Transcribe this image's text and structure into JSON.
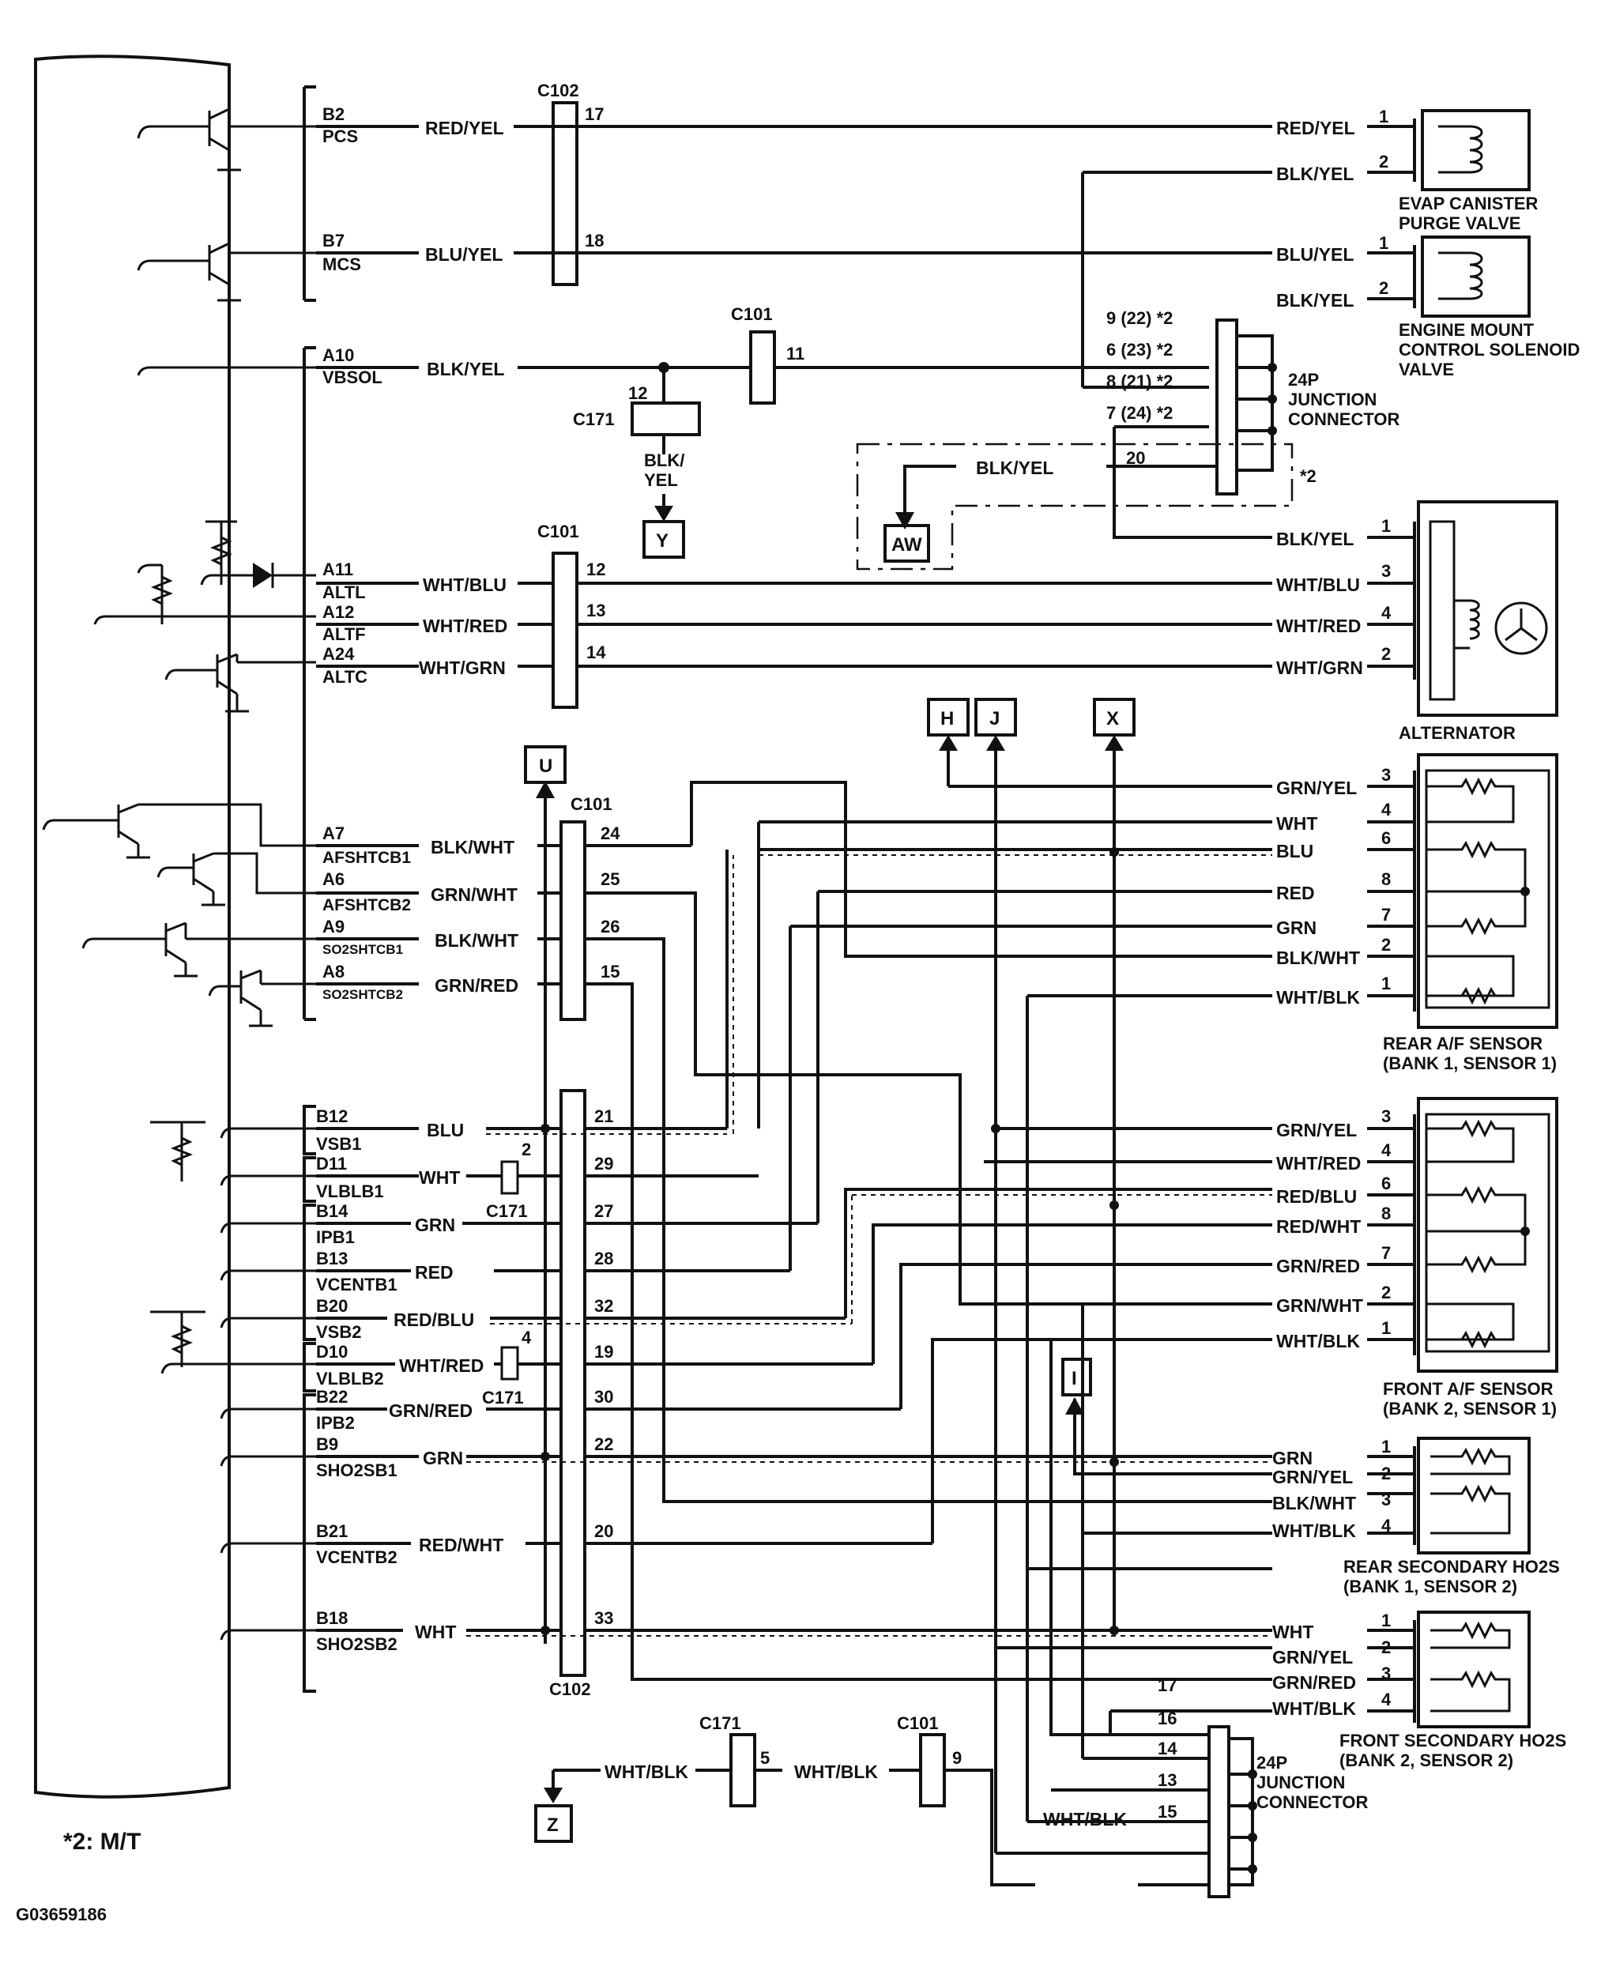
{
  "footnote": "*2: M/T",
  "figure_id": "G03659186",
  "ecm_pins": [
    {
      "pin": "B2",
      "name": "PCS",
      "wire": "RED/YEL"
    },
    {
      "pin": "B7",
      "name": "MCS",
      "wire": "BLU/YEL"
    },
    {
      "pin": "A10",
      "name": "VBSOL",
      "wire": "BLK/YEL"
    },
    {
      "pin": "A11",
      "name": "ALTL",
      "wire": "WHT/BLU"
    },
    {
      "pin": "A12",
      "name": "ALTF",
      "wire": "WHT/RED"
    },
    {
      "pin": "A24",
      "name": "ALTC",
      "wire": "WHT/GRN"
    },
    {
      "pin": "A7",
      "name": "AFSHTCB1",
      "wire": "BLK/WHT"
    },
    {
      "pin": "A6",
      "name": "AFSHTCB2",
      "wire": "GRN/WHT"
    },
    {
      "pin": "A9",
      "name": "SO2SHTCB1",
      "wire": "BLK/WHT"
    },
    {
      "pin": "A8",
      "name": "SO2SHTCB2",
      "wire": "GRN/RED"
    },
    {
      "pin": "B12",
      "name": "VSB1",
      "wire": "BLU"
    },
    {
      "pin": "D11",
      "name": "VLBLB1",
      "wire": "WHT"
    },
    {
      "pin": "B14",
      "name": "IPB1",
      "wire": "GRN"
    },
    {
      "pin": "B13",
      "name": "VCENTB1",
      "wire": "RED"
    },
    {
      "pin": "B20",
      "name": "VSB2",
      "wire": "RED/BLU"
    },
    {
      "pin": "D10",
      "name": "VLBLB2",
      "wire": "WHT/RED"
    },
    {
      "pin": "B22",
      "name": "IPB2",
      "wire": "GRN/RED"
    },
    {
      "pin": "B9",
      "name": "SHO2SB1",
      "wire": "GRN"
    },
    {
      "pin": "B21",
      "name": "VCENTB2",
      "wire": "RED/WHT"
    },
    {
      "pin": "B18",
      "name": "SHO2SB2",
      "wire": "WHT"
    }
  ],
  "connectors": {
    "c102": "C102",
    "c101": "C101",
    "c171": "C171",
    "c102_pins_top": [
      "17",
      "18"
    ],
    "c101_pin_a10": "11",
    "c171_pin_a10": "12",
    "c101_pins_alt": [
      "12",
      "13",
      "14"
    ],
    "c101_pins_af": [
      "24",
      "25",
      "26",
      "15"
    ],
    "c102_pins_bottom": [
      "21",
      "29",
      "27",
      "28",
      "32",
      "19",
      "30",
      "22",
      "20",
      "33"
    ],
    "c171_pin_d11": "2",
    "c171_pin_d10": "4",
    "c171_pin_z": "5",
    "c101_pin_z": "9"
  },
  "junction_top": {
    "label_line1": "24P",
    "label_line2": "JUNCTION",
    "label_line3": "CONNECTOR",
    "pins": [
      "9 (22) *2",
      "6 (23) *2",
      "8 (21) *2",
      "7 (24) *2"
    ],
    "pin_20": "20",
    "mt_note": "*2"
  },
  "junction_bottom": {
    "label_line1": "24P",
    "label_line2": "JUNCTION",
    "label_line3": "CONNECTOR",
    "pins": [
      "17",
      "16",
      "14",
      "13",
      "15"
    ],
    "wire_15": "WHT/BLK"
  },
  "grounds_refs": {
    "y": "Y",
    "aw": "AW",
    "u": "U",
    "h": "H",
    "j": "J",
    "x": "X",
    "i": "I",
    "z": "Z"
  },
  "misc_wires": {
    "blk_yel_down_1": "BLK/",
    "blk_yel_down_2": "YEL",
    "aw_wire": "BLK/YEL",
    "z_wire_1": "WHT/BLK",
    "z_wire_2": "WHT/BLK"
  },
  "components": {
    "evap": {
      "name1": "EVAP CANISTER",
      "name2": "PURGE VALVE",
      "wires": [
        "RED/YEL",
        "BLK/YEL"
      ],
      "pins": [
        "1",
        "2"
      ]
    },
    "mount": {
      "name1": "ENGINE MOUNT",
      "name2": "CONTROL SOLENOID",
      "name3": "VALVE",
      "wires": [
        "BLU/YEL",
        "BLK/YEL"
      ],
      "pins": [
        "1",
        "2"
      ]
    },
    "alternator": {
      "name": "ALTERNATOR",
      "wires": [
        "BLK/YEL",
        "WHT/BLU",
        "WHT/RED",
        "WHT/GRN"
      ],
      "pins": [
        "1",
        "3",
        "4",
        "2"
      ]
    },
    "rear_af": {
      "name1": "REAR A/F SENSOR",
      "name2": "(BANK 1, SENSOR 1)",
      "wires": [
        "GRN/YEL",
        "WHT",
        "BLU",
        "RED",
        "GRN",
        "BLK/WHT",
        "WHT/BLK"
      ],
      "pins": [
        "3",
        "4",
        "6",
        "8",
        "7",
        "2",
        "1"
      ]
    },
    "front_af": {
      "name1": "FRONT A/F SENSOR",
      "name2": "(BANK 2, SENSOR 1)",
      "wires": [
        "GRN/YEL",
        "WHT/RED",
        "RED/BLU",
        "RED/WHT",
        "GRN/RED",
        "GRN/WHT",
        "WHT/BLK"
      ],
      "pins": [
        "3",
        "4",
        "6",
        "8",
        "7",
        "2",
        "1"
      ]
    },
    "rear_ho2s": {
      "name1": "REAR SECONDARY HO2S",
      "name2": "(BANK 1, SENSOR 2)",
      "wires": [
        "GRN",
        "GRN/YEL",
        "BLK/WHT",
        "WHT/BLK"
      ],
      "pins": [
        "1",
        "2",
        "3",
        "4"
      ]
    },
    "front_ho2s": {
      "name1": "FRONT SECONDARY HO2S",
      "name2": "(BANK 2, SENSOR 2)",
      "wires": [
        "WHT",
        "GRN/YEL",
        "GRN/RED",
        "WHT/BLK"
      ],
      "pins": [
        "1",
        "2",
        "3",
        "4"
      ]
    }
  }
}
